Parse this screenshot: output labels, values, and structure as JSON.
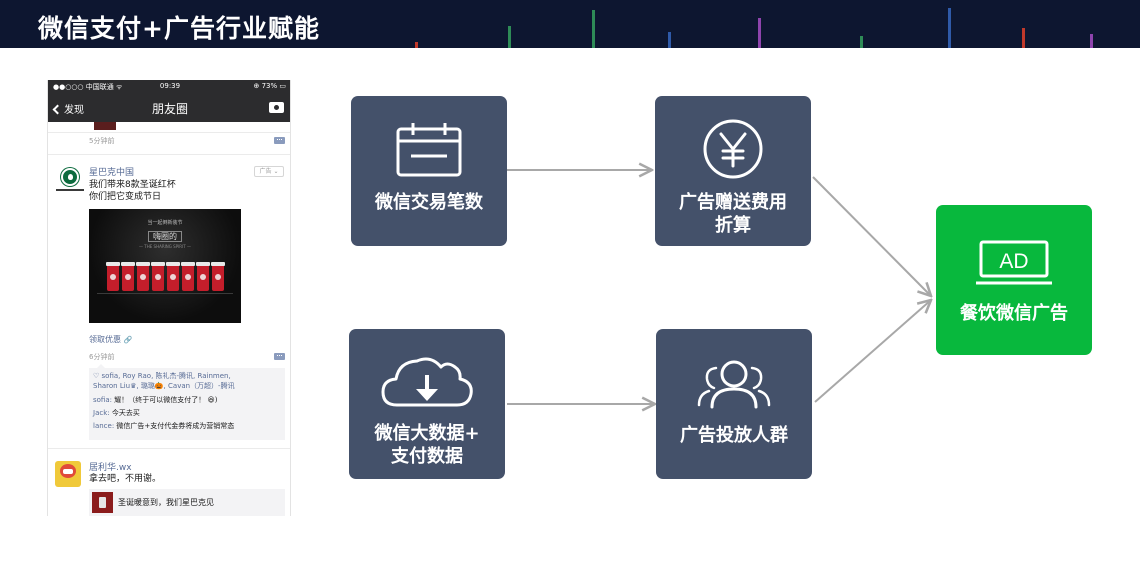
{
  "header": {
    "title": "微信支付+广告行业赋能"
  },
  "colors": {
    "header_bg": "#0d1630",
    "node_bg": "#44516a",
    "target_bg": "#08b83d",
    "arrow": "#a8a8a8",
    "link": "#576b95"
  },
  "phone": {
    "statusbar": {
      "carrier": "●●○○○ 中国联通 ᯤ",
      "time": "09:39",
      "battery": "⊕ 73% ▭"
    },
    "navbar": {
      "back_label": "发现",
      "title": "朋友圈"
    },
    "prev_post_time": "5分钟前",
    "ad_post": {
      "name": "星巴克中国",
      "ad_tag": "广告 ⌄",
      "text_line1": "我们带来8款圣诞红杯",
      "text_line2": "你们把它变成节日",
      "image_subtitle": "当一起倒新装节",
      "image_title": "嗨圈的",
      "image_tagline": "— THE SHARING SPIRIT —",
      "link": "领取优惠",
      "time": "6分钟前"
    },
    "likes": {
      "line1": "sofia, Roy Rao, 陈礼杰-腾讯, Rainmen,",
      "line2": "Sharon Liu♛, 璐璐🎃, Cavan（万超）-腾讯"
    },
    "comments": [
      {
        "who": "sofia:",
        "text": " 耀！（终于可以微信支付了！ 😆)"
      },
      {
        "who": "Jack:",
        "text": " 今天去买"
      },
      {
        "who": "lance:",
        "text": " 微信广告+支付代金券将成为营销常态"
      }
    ],
    "next_post": {
      "name": "居利华.wx",
      "text": "拿去吧，不用谢。",
      "share_text": "圣诞暖意到，我们星巴克见"
    }
  },
  "diagram": {
    "nodes": [
      {
        "id": "n1",
        "line1": "微信交易笔数",
        "line2": "",
        "icon": "calendar-icon"
      },
      {
        "id": "n2",
        "line1": "广告赠送费用",
        "line2": "折算",
        "icon": "yen-icon"
      },
      {
        "id": "n3",
        "line1": "微信大数据+",
        "line2": "支付数据",
        "icon": "cloud-download-icon"
      },
      {
        "id": "n4",
        "line1": "广告投放人群",
        "line2": "",
        "icon": "people-icon"
      },
      {
        "id": "n5",
        "line1": "餐饮微信广告",
        "line2": "",
        "icon": "ad-screen-icon",
        "icon_text": "AD"
      }
    ],
    "edges": [
      {
        "from": "n1",
        "to": "n2"
      },
      {
        "from": "n3",
        "to": "n4"
      },
      {
        "from": "n2",
        "to": "n5"
      },
      {
        "from": "n4",
        "to": "n5"
      }
    ]
  }
}
